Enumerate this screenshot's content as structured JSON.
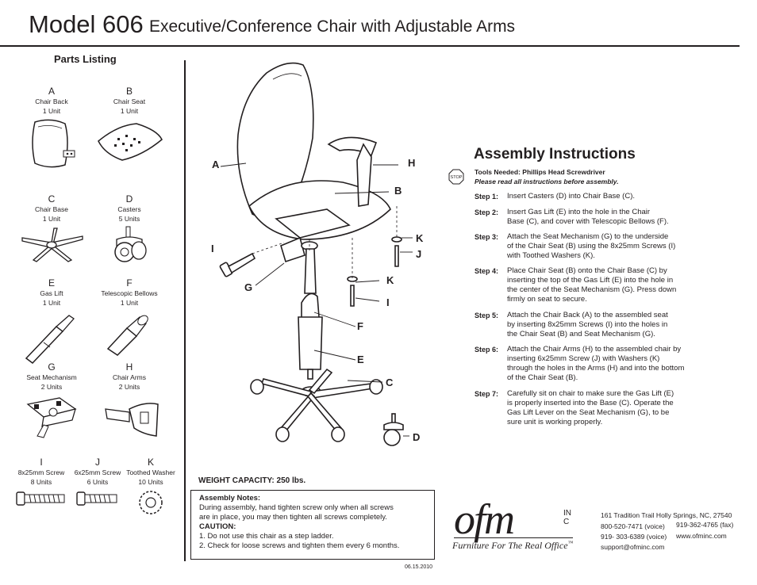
{
  "header": {
    "model": "Model 606",
    "subtitle": "Executive/Conference Chair with Adjustable Arms"
  },
  "parts": {
    "heading": "Parts Listing",
    "items": [
      {
        "letter": "A",
        "name": "Chair Back",
        "qty": "1 Unit",
        "icon": "chair-back-icon"
      },
      {
        "letter": "B",
        "name": "Chair Seat",
        "qty": "1 Unit",
        "icon": "chair-seat-icon"
      },
      {
        "letter": "C",
        "name": "Chair Base",
        "qty": "1 Unit",
        "icon": "chair-base-icon"
      },
      {
        "letter": "D",
        "name": "Casters",
        "qty": "5 Units",
        "icon": "caster-icon"
      },
      {
        "letter": "E",
        "name": "Gas Lift",
        "qty": "1 Unit",
        "icon": "gas-lift-icon"
      },
      {
        "letter": "F",
        "name": "Telescopic Bellows",
        "qty": "1 Unit",
        "icon": "bellows-icon"
      },
      {
        "letter": "G",
        "name": "Seat Mechanism",
        "qty": "2 Units",
        "icon": "seat-mechanism-icon"
      },
      {
        "letter": "H",
        "name": "Chair Arms",
        "qty": "2 Units",
        "icon": "chair-arm-icon"
      },
      {
        "letter": "I",
        "name": "8x25mm Screw",
        "qty": "8 Units",
        "icon": "long-screw-icon"
      },
      {
        "letter": "J",
        "name": "6x25mm Screw",
        "qty": "6 Units",
        "icon": "short-screw-icon"
      },
      {
        "letter": "K",
        "name": "Toothed Washer",
        "qty": "10 Units",
        "icon": "toothed-washer-icon"
      }
    ]
  },
  "diagram": {
    "callouts": [
      "A",
      "H",
      "B",
      "K",
      "J",
      "I",
      "G",
      "K",
      "I",
      "F",
      "E",
      "C",
      "D"
    ]
  },
  "assembly": {
    "title": "Assembly Instructions",
    "tools": "Tools Needed: Phillips Head Screwdriver",
    "read_note": "Please read all instructions before assembly.",
    "stop_label": "STOP",
    "steps": [
      {
        "label": "Step 1:",
        "lines": [
          "Insert Casters (D) into Chair Base (C)."
        ]
      },
      {
        "label": "Step 2:",
        "lines": [
          "Insert Gas Lift (E) into the hole in the Chair",
          "Base (C), and cover with Telescopic Bellows (F)."
        ]
      },
      {
        "label": "Step 3:",
        "lines": [
          "Attach the Seat Mechanism (G) to the underside",
          "of the Chair Seat (B) using the 8x25mm Screws (I)",
          "with Toothed Washers (K)."
        ]
      },
      {
        "label": "Step 4:",
        "lines": [
          "Place Chair Seat (B) onto the Chair Base (C) by",
          "inserting the top of the Gas Lift (E) into the hole in",
          "the center of the Seat Mechanism (G). Press down",
          "firmly on seat to secure."
        ]
      },
      {
        "label": "Step 5:",
        "lines": [
          "Attach the Chair Back (A) to the assembled seat",
          "by inserting 8x25mm Screws (I) into the holes in",
          "the Chair Seat (B) and Seat Mechanism (G)."
        ]
      },
      {
        "label": "Step 6:",
        "lines": [
          "Attach the Chair Arms (H) to the assembled chair by",
          "inserting 6x25mm Screw (J) with Washers (K)",
          "through the holes in the Arms (H) and into the bottom",
          " of the Chair Seat (B)."
        ]
      },
      {
        "label": "Step 7:",
        "lines": [
          "Carefully sit on chair to make sure the Gas Lift (E)",
          "is properly inserted into the Base (C). Operate the",
          "Gas Lift Lever on the Seat Mechanism (G), to be",
          "sure unit is working properly."
        ]
      }
    ]
  },
  "weight": "WEIGHT CAPACITY: 250 lbs.",
  "notes": {
    "heading": "Assembly Notes:",
    "lines": [
      "During assembly, hand tighten screw only when all screws",
      "are in place, you may then tighten all screws completely."
    ],
    "caution_heading": "CAUTION:",
    "caution_lines": [
      "1. Do not use this chair as a step ladder.",
      "2. Check for loose screws and tighten them every 6 months."
    ]
  },
  "date": "06.15.2010",
  "company": {
    "logo_text": "ofm",
    "logo_suffix": "INC",
    "tagline": "Furniture For The Real Office",
    "tm": "™",
    "address": "161 Tradition Trail  Holly Springs, NC, 27540",
    "phone_voice": "800-520-7471 (voice)",
    "phone_fax": "919-362-4765 (fax)",
    "phone_voice2": "919- 303-6389 (voice)",
    "website": "www.ofminc.com",
    "email": "support@ofminc.com"
  }
}
